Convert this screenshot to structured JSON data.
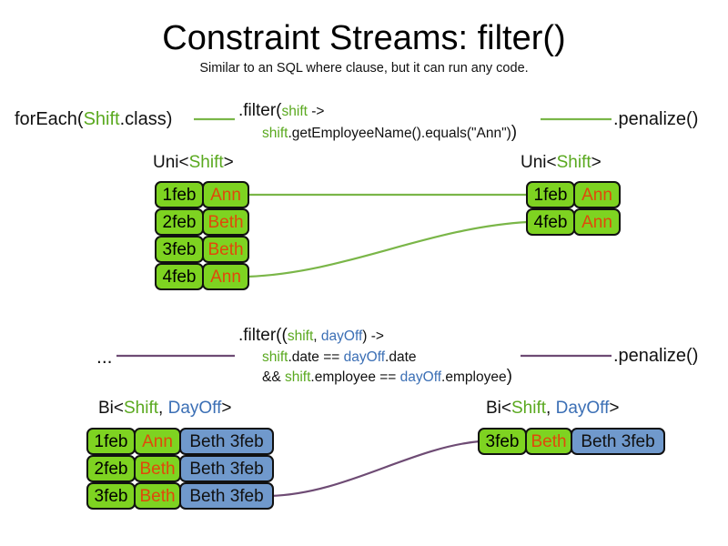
{
  "slide": {
    "title": "Constraint Streams: filter()",
    "subtitle": "Similar to an SQL where clause, but it can run any code."
  },
  "colors": {
    "shift_green": "#5aa91f",
    "dayoff_blue": "#3b6fb5",
    "card_green": "#7ed321",
    "card_blue": "#7099cc",
    "name_orange": "#e0490b",
    "wire_green": "#7ab648",
    "wire_purple": "#6e4b74"
  },
  "uni_section": {
    "source_label": {
      "prefix": "forEach(",
      "type": "Shift",
      "suffix": ".class)"
    },
    "filter_code": {
      "line1_prefix": ".filter(",
      "line1_param": "shift",
      "line1_suffix": " ->",
      "line2_var": "shift",
      "line2_rest": ".getEmployeeName().equals(\"Ann\")",
      "line2_close": ")"
    },
    "penalize_label": ".penalize()",
    "input_type_label": {
      "prefix": "Uni<",
      "type": "Shift",
      "suffix": ">"
    },
    "output_type_label": {
      "prefix": "Uni<",
      "type": "Shift",
      "suffix": ">"
    },
    "input_rows": [
      {
        "date": "1feb",
        "name": "Ann"
      },
      {
        "date": "2feb",
        "name": "Beth"
      },
      {
        "date": "3feb",
        "name": "Beth"
      },
      {
        "date": "4feb",
        "name": "Ann"
      }
    ],
    "output_rows": [
      {
        "date": "1feb",
        "name": "Ann"
      },
      {
        "date": "4feb",
        "name": "Ann"
      }
    ]
  },
  "bi_section": {
    "source_label": "...",
    "filter_code": {
      "line1_prefix": ".filter((",
      "line1_param1": "shift",
      "line1_comma": ", ",
      "line1_param2": "dayOff",
      "line1_suffix": ") ->",
      "line2_var1": "shift",
      "line2_mid": ".date == ",
      "line2_var2": "dayOff",
      "line2_end": ".date",
      "line3_op": "&& ",
      "line3_var1": "shift",
      "line3_mid": ".employee == ",
      "line3_var2": "dayOff",
      "line3_end": ".employee",
      "line3_close": ")"
    },
    "penalize_label": ".penalize()",
    "input_type_label": {
      "prefix": "Bi<",
      "type1": "Shift",
      "comma": ", ",
      "type2": "DayOff",
      "suffix": ">"
    },
    "output_type_label": {
      "prefix": "Bi<",
      "type1": "Shift",
      "comma": ", ",
      "type2": "DayOff",
      "suffix": ">"
    },
    "input_rows": [
      {
        "date": "1feb",
        "name": "Ann",
        "dayoff": "Beth 3feb"
      },
      {
        "date": "2feb",
        "name": "Beth",
        "dayoff": "Beth 3feb"
      },
      {
        "date": "3feb",
        "name": "Beth",
        "dayoff": "Beth 3feb"
      }
    ],
    "output_rows": [
      {
        "date": "3feb",
        "name": "Beth",
        "dayoff": "Beth 3feb"
      }
    ]
  }
}
